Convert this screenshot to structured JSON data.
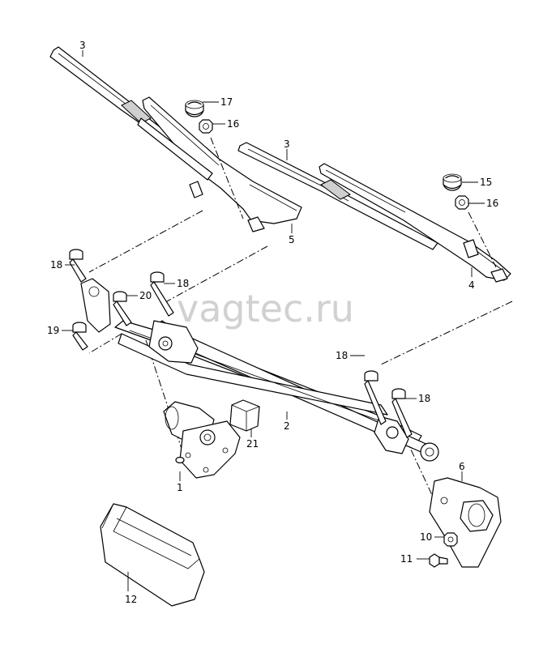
{
  "watermark": "vagtec.ru",
  "callouts": [
    {
      "id": "c1",
      "label": "1"
    },
    {
      "id": "c2",
      "label": "2"
    },
    {
      "id": "c3a",
      "label": "3"
    },
    {
      "id": "c3b",
      "label": "3"
    },
    {
      "id": "c4",
      "label": "4"
    },
    {
      "id": "c5",
      "label": "5"
    },
    {
      "id": "c6",
      "label": "6"
    },
    {
      "id": "c10",
      "label": "10"
    },
    {
      "id": "c11",
      "label": "11"
    },
    {
      "id": "c12",
      "label": "12"
    },
    {
      "id": "c15",
      "label": "15"
    },
    {
      "id": "c16a",
      "label": "16"
    },
    {
      "id": "c16b",
      "label": "16"
    },
    {
      "id": "c17",
      "label": "17"
    },
    {
      "id": "c18a",
      "label": "18"
    },
    {
      "id": "c18b",
      "label": "18"
    },
    {
      "id": "c18c",
      "label": "18"
    },
    {
      "id": "c18d",
      "label": "18"
    },
    {
      "id": "c19",
      "label": "19"
    },
    {
      "id": "c20",
      "label": "20"
    },
    {
      "id": "c21",
      "label": "21"
    }
  ]
}
